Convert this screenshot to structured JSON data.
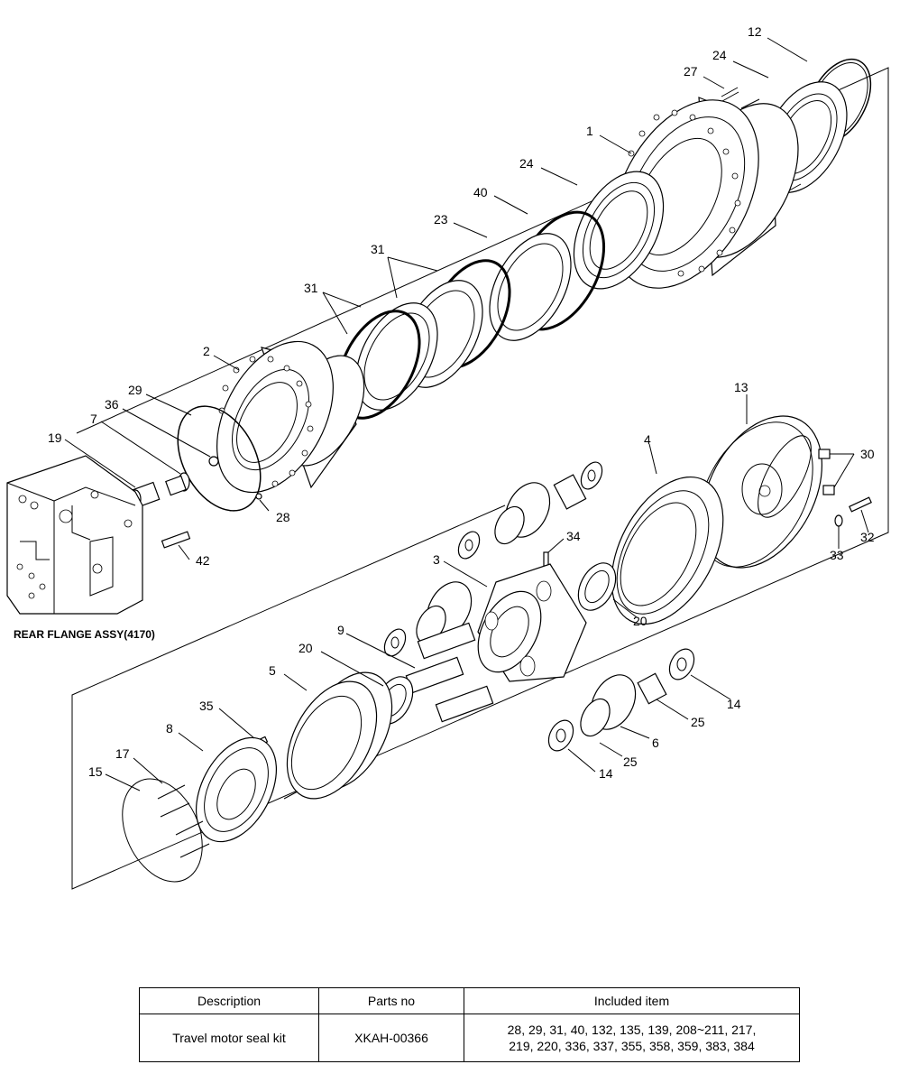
{
  "diagram": {
    "caption": "REAR FLANGE ASSY(4170)",
    "labels": {
      "1": "1",
      "2": "2",
      "3": "3",
      "4": "4",
      "5": "5",
      "6": "6",
      "7": "7",
      "8": "8",
      "9": "9",
      "12": "12",
      "13": "13",
      "14a": "14",
      "14b": "14",
      "15": "15",
      "17": "17",
      "19": "19",
      "20a": "20",
      "20b": "20",
      "23": "23",
      "24a": "24",
      "24b": "24",
      "25a": "25",
      "25b": "25",
      "27": "27",
      "28": "28",
      "29": "29",
      "30": "30",
      "31a": "31",
      "31b": "31",
      "32": "32",
      "33": "33",
      "34": "34",
      "35": "35",
      "36": "36",
      "40": "40",
      "42": "42"
    }
  },
  "table": {
    "headers": {
      "description": "Description",
      "parts_no": "Parts no",
      "included": "Included item"
    },
    "row": {
      "description": "Travel motor seal kit",
      "parts_no": "XKAH-00366",
      "included_line1": "28, 29, 31, 40, 132, 135, 139, 208~211, 217,",
      "included_line2": "219, 220, 336, 337, 355, 358, 359, 383, 384"
    }
  }
}
